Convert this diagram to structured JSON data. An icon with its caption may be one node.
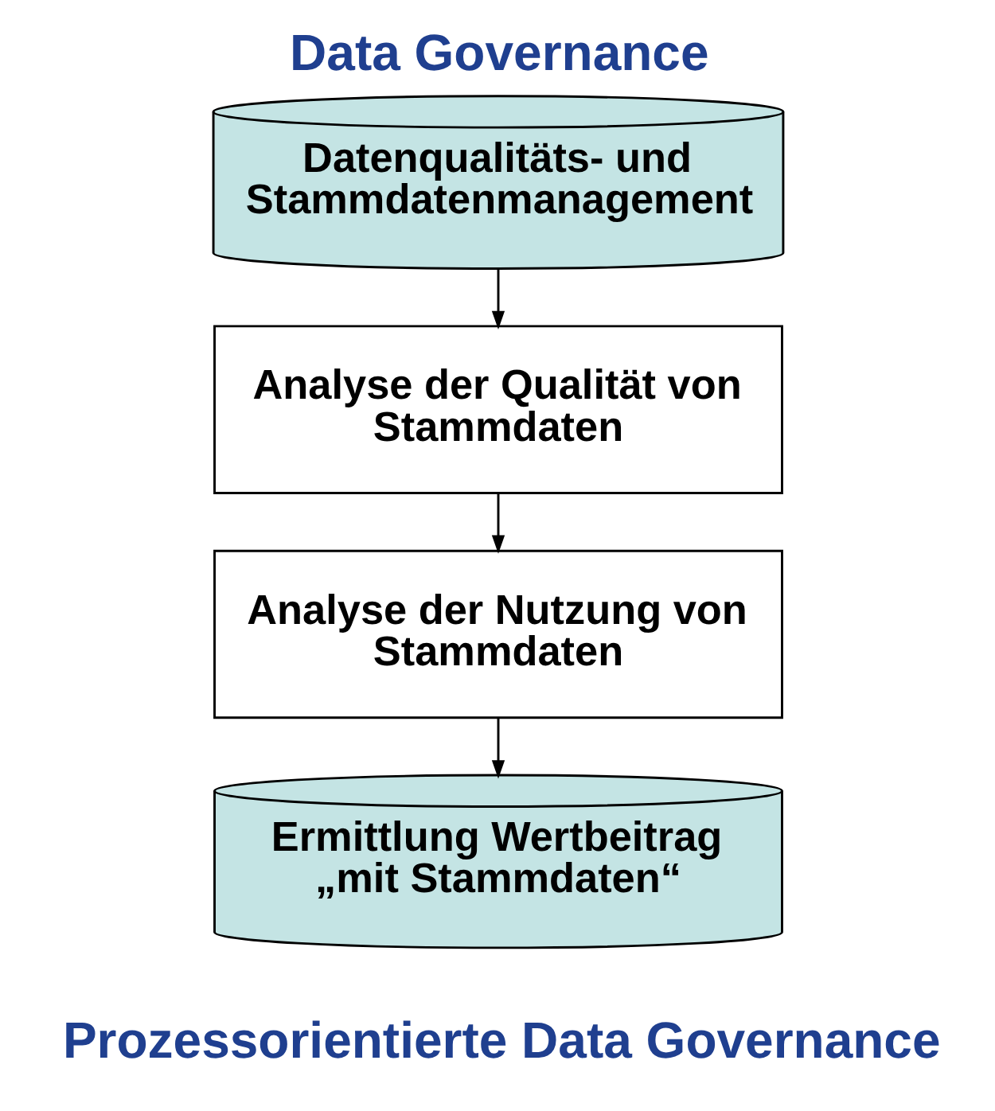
{
  "diagram": {
    "title": "Data Governance",
    "caption": "Prozessorientierte Data Governance",
    "nodes": [
      {
        "text": [
          "Datenqualitäts- und Stammdatenmanagement"
        ]
      },
      {
        "text": [
          "Analyse der Qualität von Stammdaten"
        ]
      },
      {
        "text": [
          "Analyse der Nutzung von Stammdaten"
        ]
      },
      {
        "text": [
          "Ermittlung Wertbeitrag „mit Stammdaten“"
        ]
      }
    ],
    "edges": [
      {
        "from": 0,
        "to": 1,
        "arrow": "to"
      },
      {
        "from": 1,
        "to": 2,
        "arrow": "to"
      },
      {
        "from": 2,
        "to": 3,
        "arrow": "to"
      }
    ]
  }
}
